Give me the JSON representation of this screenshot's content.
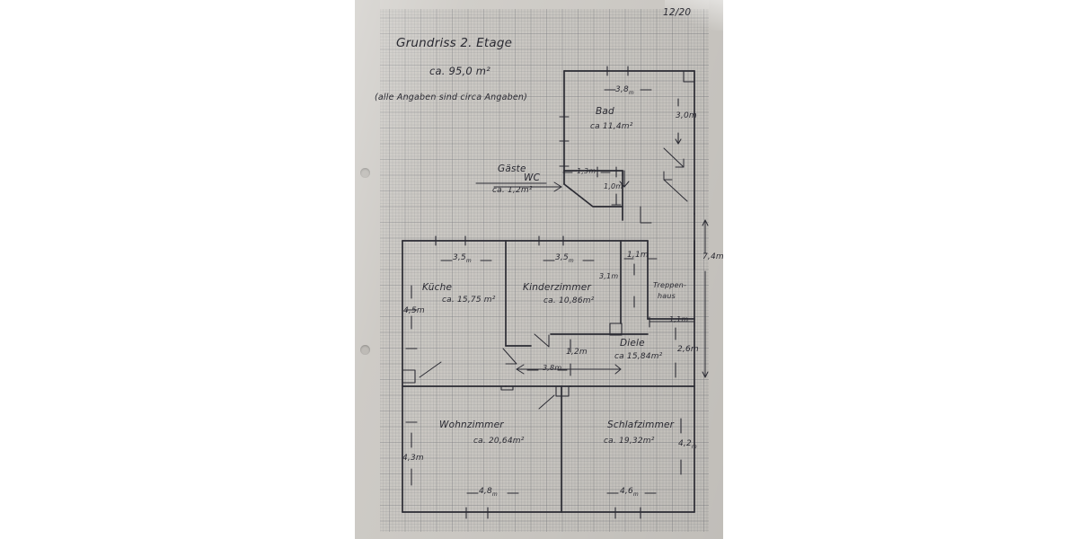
{
  "page": {
    "corner_note": "12/20",
    "title": "Grundriss 2. Etage",
    "total_area": "ca. 95,0 m²",
    "disclaimer": "(alle Angaben sind circa Angaben)"
  },
  "colors": {
    "paper": "#c9c6c1",
    "ink": "#2b2b33",
    "background": "#ffffff"
  },
  "rooms": [
    {
      "name": "Bad",
      "area": "ca 11,4m²"
    },
    {
      "name": "Gäste WC",
      "area": "ca. 1,2m²"
    },
    {
      "name": "Küche",
      "area": "ca. 15,75 m²"
    },
    {
      "name": "Kinderzimmer",
      "area": "ca. 10,86m²"
    },
    {
      "name": "Treppenhaus",
      "area": ""
    },
    {
      "name": "Diele",
      "area": "ca 15,84m²"
    },
    {
      "name": "Wohnzimmer",
      "area": "ca. 20,64m²"
    },
    {
      "name": "Schlafzimmer",
      "area": "ca. 19,32m²"
    }
  ],
  "room_labels": {
    "bad_name": "Bad",
    "bad_area": "ca 11,4m²",
    "gaeste_name_1": "Gäste",
    "gaeste_name_2": "WC",
    "gaeste_area": "ca. 1,2m²",
    "kueche_name": "Küche",
    "kueche_area": "ca. 15,75 m²",
    "kinder_name": "Kinderzimmer",
    "kinder_area": "ca. 10,86m²",
    "treppen_1": "Treppen-",
    "treppen_2": "haus",
    "diele_name": "Diele",
    "diele_area": "ca 15,84m²",
    "wohn_name": "Wohnzimmer",
    "wohn_area": "ca. 20,64m²",
    "schlaf_name": "Schlafzimmer",
    "schlaf_area": "ca. 19,32m²"
  },
  "dimensions": {
    "bad_width": "3,8",
    "bad_width_unit": "m",
    "bad_height": "3,0m",
    "wc_width": "1,3m",
    "wc_height": "1,0m",
    "kueche_width": "3,5",
    "kueche_width_unit": "m",
    "kueche_height": "4,5m",
    "kinder_width": "3,5",
    "kinder_width_unit": "m",
    "diele_top_width": "1,1m",
    "diele_inner_height": "3,1m",
    "right_total_height": "7,4m",
    "treppen_width": "1,1m",
    "diele_height": "2,6m",
    "hall_width": "3,8m",
    "hall_door": "1,2m",
    "wohn_width": "4,8",
    "wohn_width_unit": "m",
    "wohn_height": "4,3m",
    "schlaf_width": "4,6",
    "schlaf_width_unit": "m",
    "schlaf_height": "4,2",
    "schlaf_height_unit": "m"
  }
}
